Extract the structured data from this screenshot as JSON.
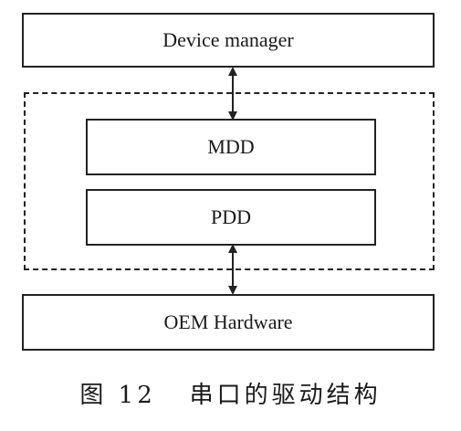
{
  "diagram": {
    "device_manager": "Device manager",
    "mdd": "MDD",
    "pdd": "PDD",
    "oem_hardware": "OEM Hardware"
  },
  "caption": "图 12   串口的驱动结构"
}
